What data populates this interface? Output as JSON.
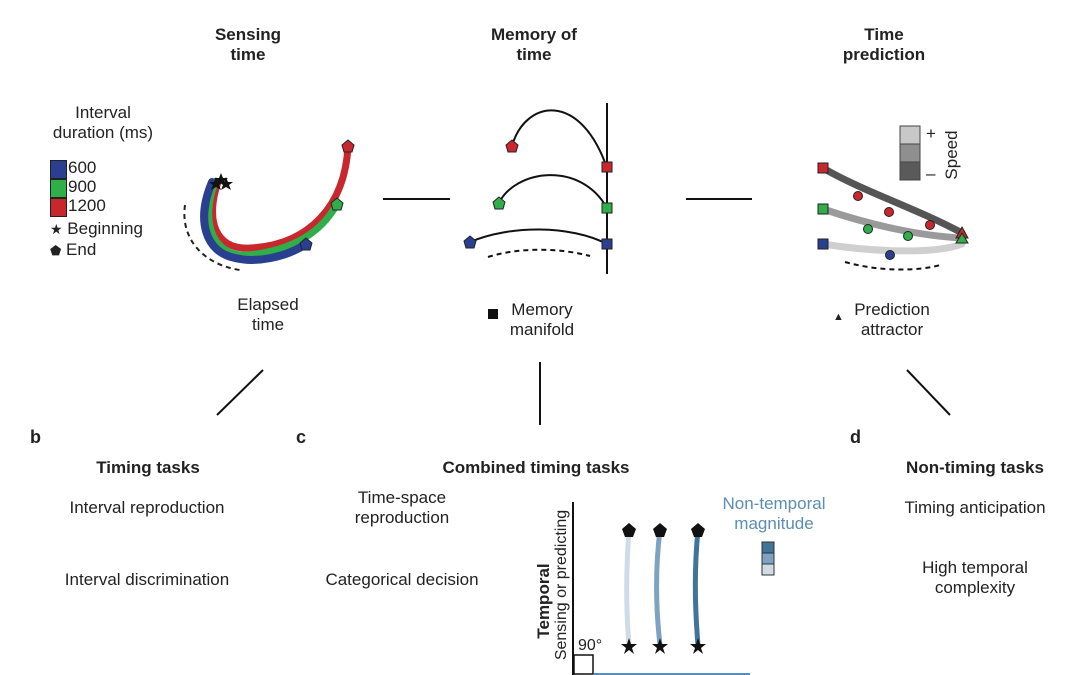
{
  "panel_a": {
    "sensing": {
      "title_line1": "Sensing",
      "title_line2": "time",
      "legend_title_line1": "Interval",
      "legend_title_line2": "duration (ms)",
      "legend": [
        {
          "label": "600",
          "color": "#2a3f8f"
        },
        {
          "label": "900",
          "color": "#2fae4a"
        },
        {
          "label": "1200",
          "color": "#c8282d"
        }
      ],
      "beginning_label": "Beginning",
      "end_label": "End",
      "caption_line1": "Elapsed",
      "caption_line2": "time"
    },
    "memory": {
      "title_line1": "Memory of",
      "title_line2": "time",
      "caption_line1": "Memory",
      "caption_line2": "manifold"
    },
    "prediction": {
      "title_line1": "Time",
      "title_line2": "prediction",
      "speed_label": "Speed",
      "plus": "+",
      "minus": "–",
      "caption_line1": "Prediction",
      "caption_line2": "attractor"
    }
  },
  "panel_b": {
    "letter": "b",
    "title": "Timing tasks",
    "items": [
      "Interval reproduction",
      "Interval discrimination"
    ]
  },
  "panel_c": {
    "letter": "c",
    "title": "Combined timing tasks",
    "items_line1": [
      "Time-space",
      "Categorical decision"
    ],
    "items_line2": [
      "reproduction"
    ],
    "nontemporal_line1": "Non-temporal",
    "nontemporal_line2": "magnitude",
    "axis_label_bold": "Temporal",
    "axis_label_sub": "Sensing or predicting",
    "angle_label": "90°",
    "nontemporal_color": "#5b8db5"
  },
  "panel_d": {
    "letter": "d",
    "title": "Non-timing tasks",
    "items": [
      "Timing anticipation",
      "High temporal",
      "complexity"
    ]
  }
}
